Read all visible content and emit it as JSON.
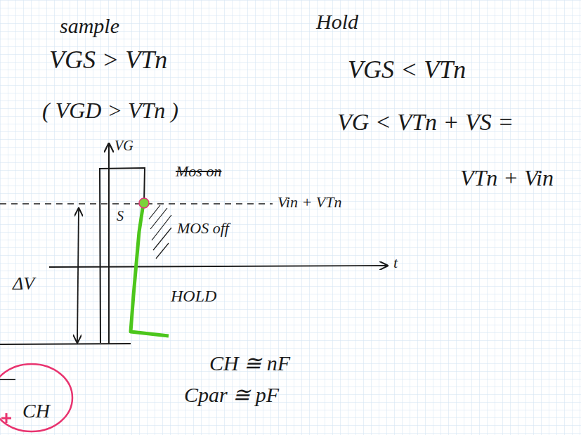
{
  "diagram": {
    "nodes": [
      {
        "text": [
          "CH"
        ]
      }
    ],
    "labels": [
      "sample",
      "VGS > VTn",
      "( VGD > VTn )",
      "Hold",
      "VGS < VTn",
      "VG < VTn + VS =",
      "VTn + Vin",
      "VG",
      "Mos on",
      "Vin + VTn",
      "S",
      "MOS off",
      "t",
      "ΔV",
      "HOLD",
      "CH ≅ nF",
      "Cpar ≅ pF"
    ]
  }
}
